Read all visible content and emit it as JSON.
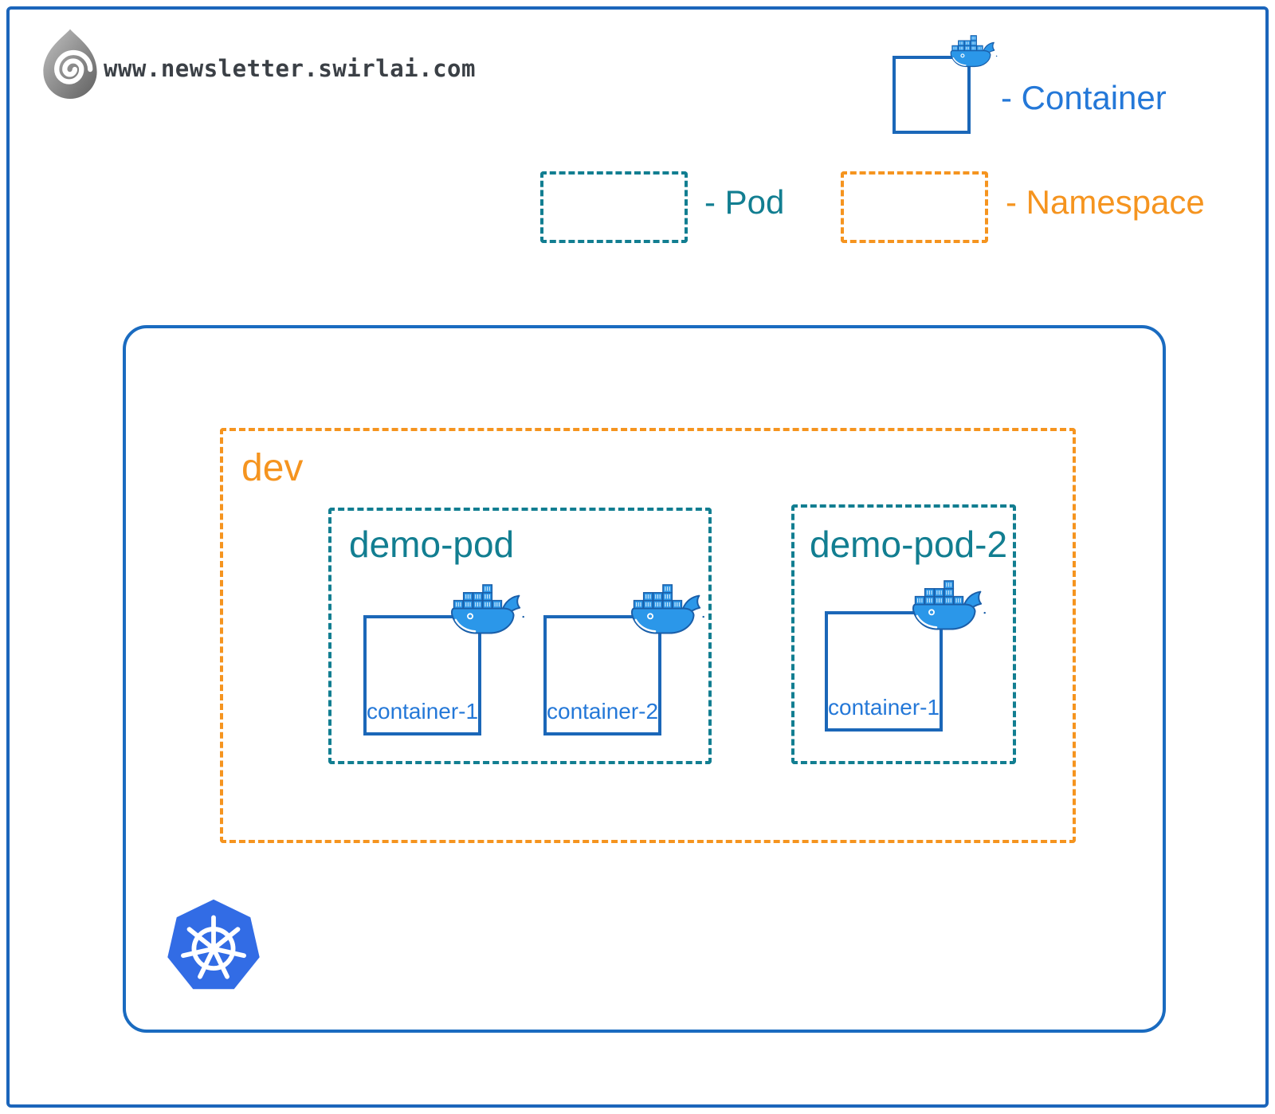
{
  "site": {
    "url": "www.newsletter.swirlai.com"
  },
  "legend": {
    "container_label": "- Container",
    "pod_label": "- Pod",
    "namespace_label": "- Namespace"
  },
  "cluster": {
    "namespaces": [
      {
        "name": "dev",
        "pods": [
          {
            "name": "demo-pod",
            "containers": [
              "container-1",
              "container-2"
            ]
          },
          {
            "name": "demo-pod-2",
            "containers": [
              "container-1"
            ]
          }
        ]
      }
    ]
  },
  "icons": {
    "brand": "swirlai-spiral-icon",
    "container": "docker-whale-icon",
    "cluster": "kubernetes-helm-wheel-icon"
  },
  "colors": {
    "container_blue": "#1B67B8",
    "container_text_blue": "#2478D8",
    "docker_blue": "#2B97E9",
    "pod_teal": "#127E91",
    "namespace_orange": "#F5941F",
    "kubernetes_blue": "#326CE5",
    "url_text": "#3B4046"
  }
}
